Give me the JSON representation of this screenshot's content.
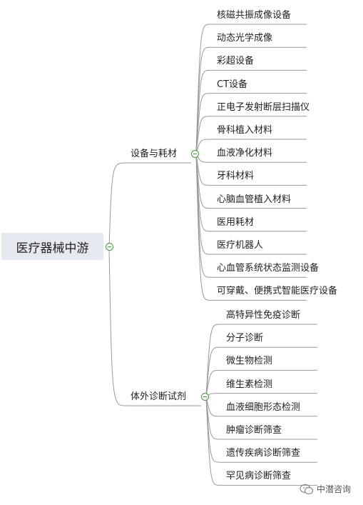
{
  "root": {
    "label": "医疗器械中游"
  },
  "branches": [
    {
      "label": "设备与耗材",
      "leaves": [
        "核磁共振成像设备",
        "动态光学成像",
        "彩超设备",
        "CT设备",
        "正电子发射断层扫描仪",
        "骨科植入材料",
        "血液净化材料",
        "牙科材料",
        "心脑血管植入材料",
        "医用耗材",
        "医疗机器人",
        "心血管系统状态监测设备",
        "可穿戴、便携式智能医疗设备"
      ]
    },
    {
      "label": "体外诊断试剂",
      "leaves": [
        "高特异性免疫诊断",
        "分子诊断",
        "微生物检测",
        "维生素检测",
        "血液细胞形态检测",
        "肿瘤诊断筛查",
        "遗传疾病诊断筛查",
        "罕见病诊断筛查"
      ]
    }
  ],
  "watermark": {
    "text": "中潜咨询",
    "icon": "wechat-icon"
  },
  "colors": {
    "line": "#999999",
    "toggle": "#4a9a3c",
    "root_bg": "#e6e9ef"
  }
}
